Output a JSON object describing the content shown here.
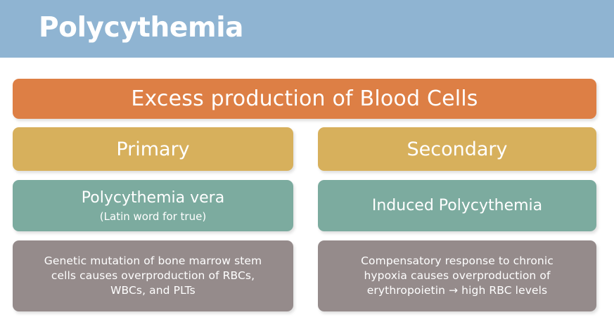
{
  "header": {
    "title": "Polycythemia",
    "background_color": "#8fb4d2",
    "text_color": "#ffffff"
  },
  "banner": {
    "label": "Excess production of Blood Cells",
    "color": "#dd7f45"
  },
  "columns": {
    "left": {
      "category": "Primary",
      "category_color": "#d7b05c",
      "name": "Polycythemia vera",
      "name_note": "(Latin word for true)",
      "name_color": "#7cab9f",
      "description": "Genetic mutation of bone marrow stem cells causes overproduction of RBCs, WBCs, and PLTs",
      "description_color": "#958b8b"
    },
    "right": {
      "category": "Secondary",
      "category_color": "#d7b05c",
      "name": "Induced Polycythemia",
      "name_note": "",
      "name_color": "#7cab9f",
      "description": "Compensatory response to chronic hypoxia causes overproduction of erythropoietin → high RBC levels",
      "description_color": "#958b8b"
    }
  }
}
